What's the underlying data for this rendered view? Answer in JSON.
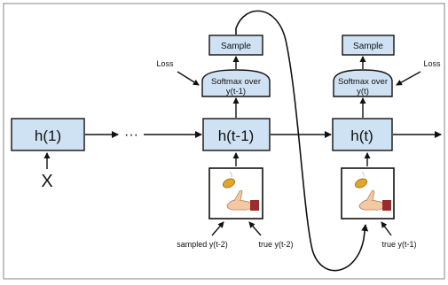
{
  "nodes": {
    "h1": "h(1)",
    "ellipsis": "···",
    "h_t_minus_1": "h(t-1)",
    "h_t": "h(t)",
    "x": "X",
    "sample_left": "Sample",
    "sample_right": "Sample",
    "softmax_left_line1": "Softmax over",
    "softmax_left_line2": "y(t-1)",
    "softmax_right_line1": "Softmax over",
    "softmax_right_line2": "y(t)",
    "loss_left": "Loss",
    "loss_right": "Loss"
  },
  "labels": {
    "sampled_left": "sampled y(t-2)",
    "true_left": "true y(t-2)",
    "true_right": "true y(t-1)"
  },
  "icons": [
    "coin-flip-icon",
    "coin-flip-icon"
  ]
}
